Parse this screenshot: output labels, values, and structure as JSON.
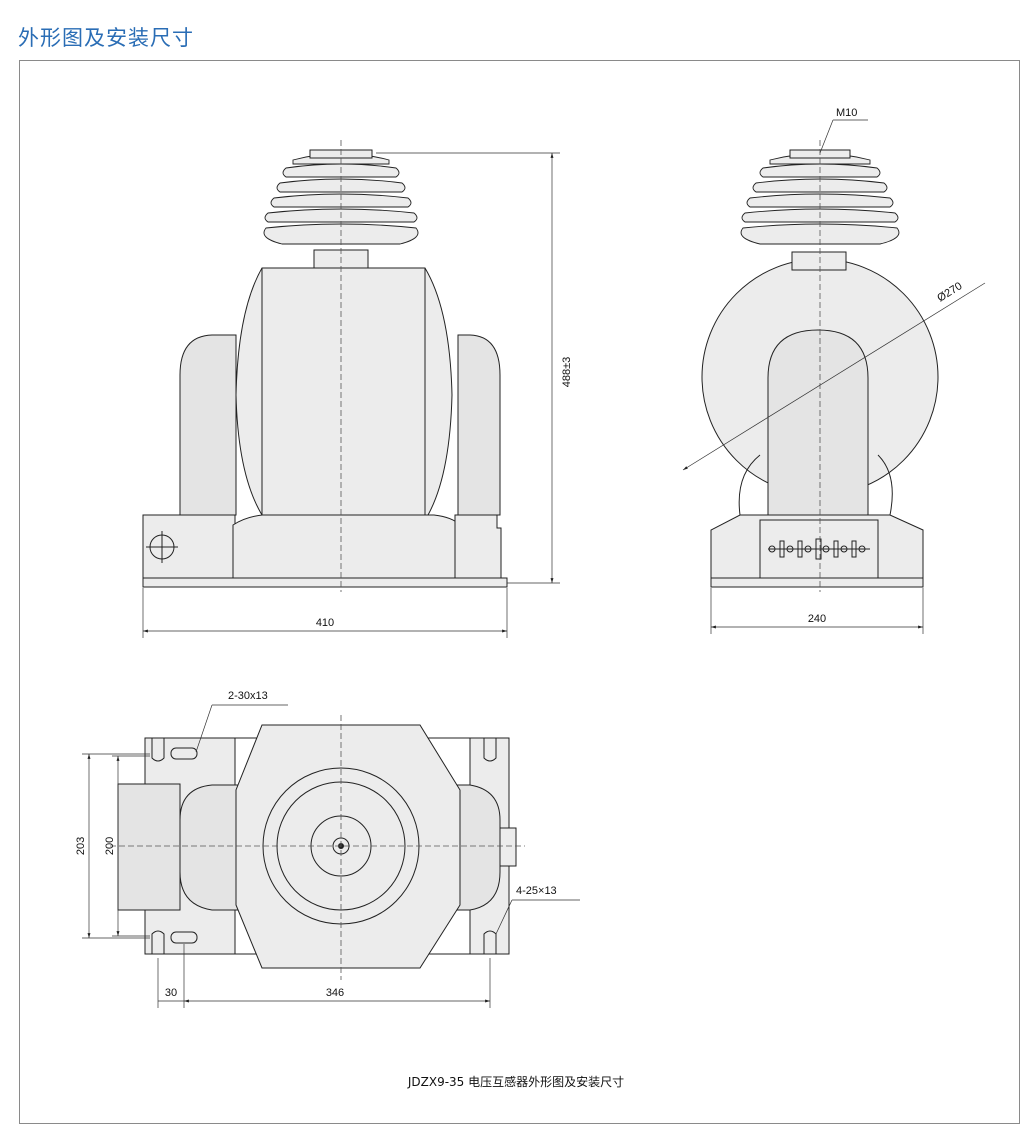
{
  "heading": "外形图及安装尺寸",
  "dimensions": {
    "front_width": "410",
    "height": "488±3",
    "side_width": "240",
    "diameter": "Ø270",
    "bolt": "M10",
    "top_slot": "2-30x13",
    "bottom_slot": "4-25×13",
    "outer_span": "203",
    "inner_span": "200",
    "edge_offset": "30",
    "hole_span": "346"
  },
  "caption": "JDZX9-35 电压互感器外形图及安装尺寸"
}
